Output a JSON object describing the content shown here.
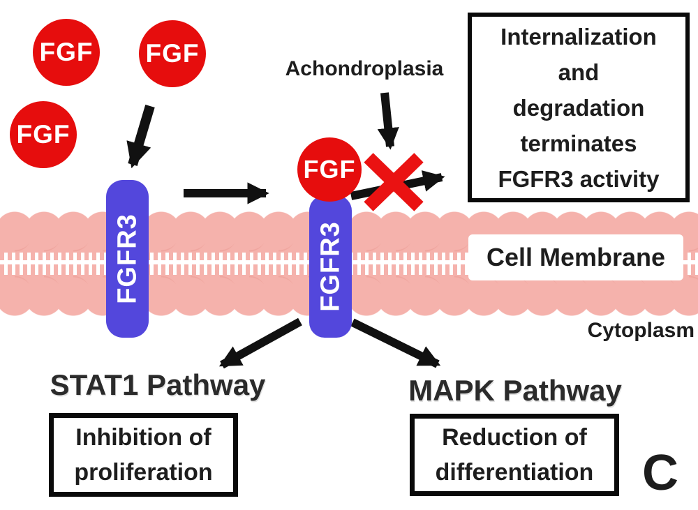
{
  "panel_label": "C",
  "labels": {
    "achondroplasia": "Achondroplasia",
    "cell_membrane": "Cell Membrane",
    "cytoplasm": "Cytoplasm"
  },
  "ligands": {
    "fgf1": "FGF",
    "fgf2": "FGF",
    "fgf3": "FGF",
    "fgf_bound": "FGF"
  },
  "receptors": {
    "left": "FGFR3",
    "right": "FGFR3"
  },
  "outcome_box": {
    "lines": [
      "Internalization",
      "and",
      "degradation",
      "terminates",
      "FGFR3 activity"
    ]
  },
  "pathways": {
    "stat1": {
      "title": "STAT1 Pathway",
      "box_lines": [
        "Inhibition of",
        "proliferation"
      ]
    },
    "mapk": {
      "title": "MAPK Pathway",
      "box_lines": [
        "Reduction of",
        "differentiation"
      ]
    }
  },
  "colors": {
    "ligand_red": "#e60d0d",
    "cross_red": "#ea1212",
    "receptor_blue": "#5347dc",
    "membrane_pink": "#f5b2ac",
    "membrane_pink_dark": "#efa59e",
    "arrow_black": "#111111",
    "text_dark": "#1d1d1d"
  }
}
